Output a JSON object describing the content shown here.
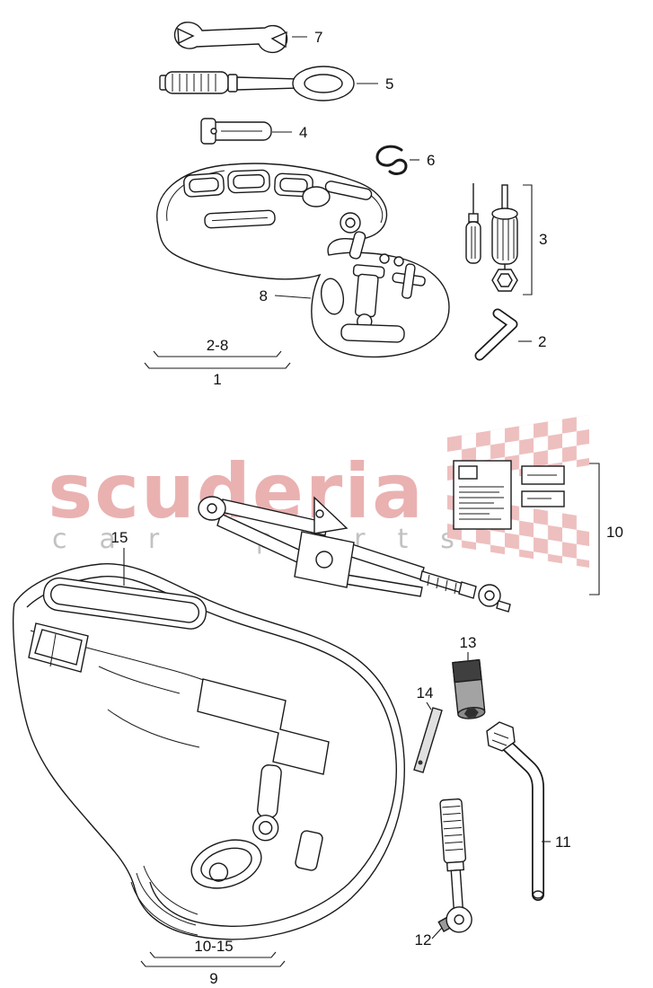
{
  "page": {
    "background": "#ffffff"
  },
  "colors": {
    "line": "#1a1a1a",
    "watermark_pink": "#eab1b1",
    "watermark_gray": "#c2c2c2",
    "checker_pink": "#eebfbf",
    "metal_dark": "#3f3f3f",
    "metal_mid": "#a3a3a3"
  },
  "watermark": {
    "title": "scuderia",
    "subtitle": "car parts"
  },
  "callouts": {
    "n7": "7",
    "n5": "5",
    "n4": "4",
    "n6": "6",
    "n3": "3",
    "n8": "8",
    "n2": "2",
    "n2_8": "2-8",
    "n1": "1",
    "n10": "10",
    "n15": "15",
    "n13": "13",
    "n14": "14",
    "n11": "11",
    "n12": "12",
    "n10_15": "10-15",
    "n9": "9"
  }
}
